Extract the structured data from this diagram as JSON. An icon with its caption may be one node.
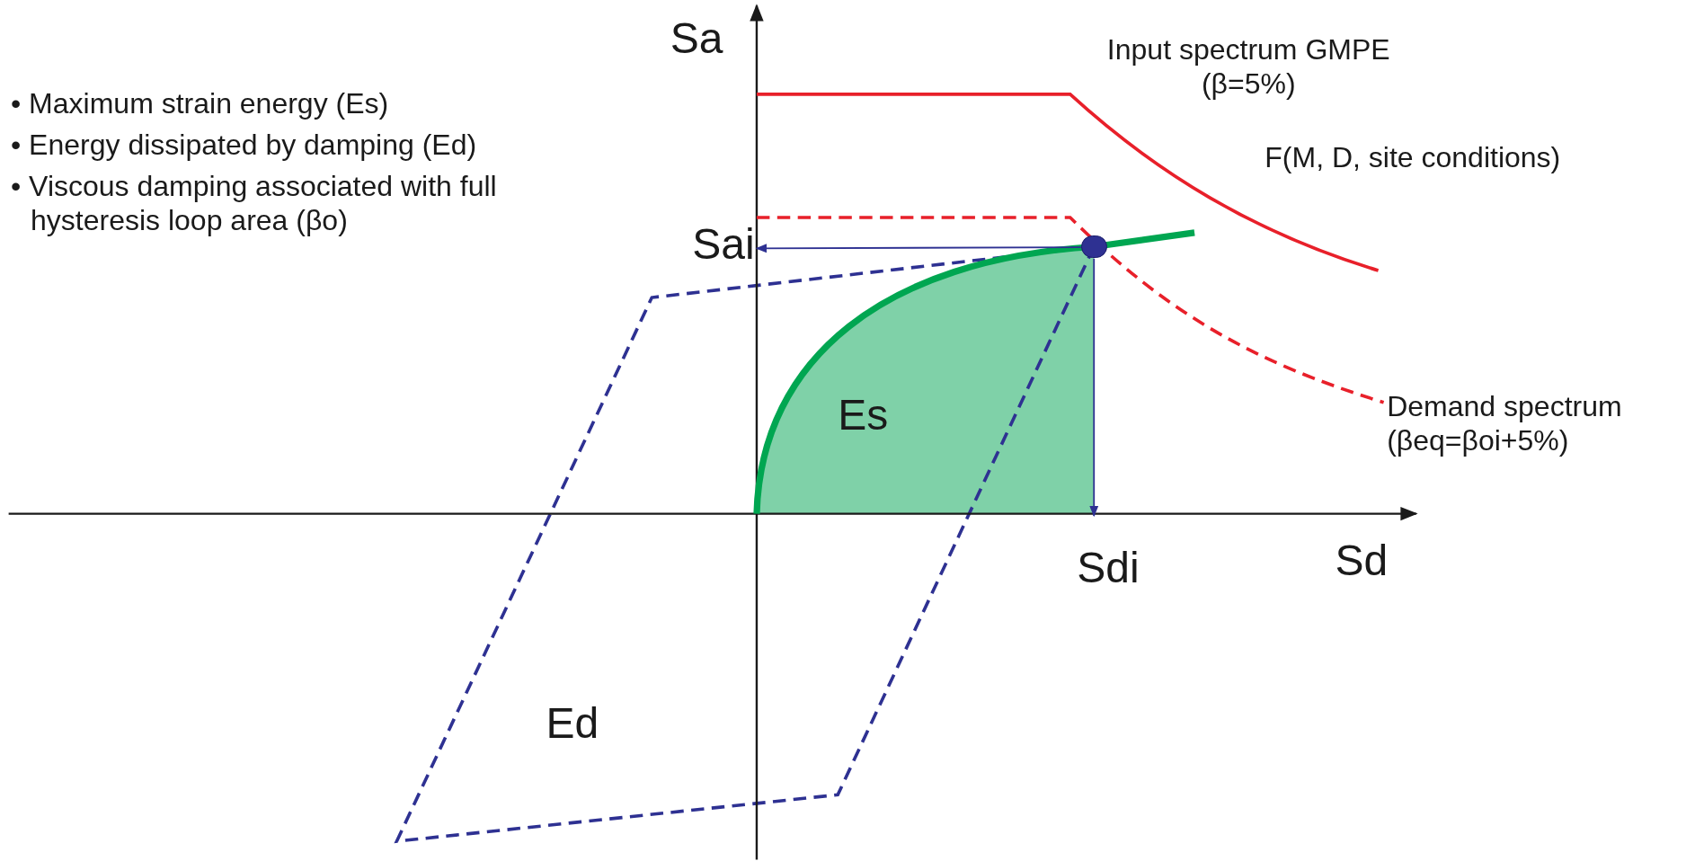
{
  "diagram": {
    "nodes": [
      {
        "text": [
          "Sai"
        ]
      },
      {
        "text": [],
        "shape": "circle"
      },
      {
        "text": [
          "Sdi"
        ]
      }
    ],
    "edges": [
      {
        "from": 1,
        "to": 0,
        "arrow": "to"
      },
      {
        "from": 1,
        "to": 2,
        "arrow": "to"
      }
    ],
    "labels": [
      "Sa",
      "Sd",
      "Es",
      "Ed",
      "• Maximum strain energy (Es)",
      "• Energy dissipated by damping (Ed)",
      "• Viscous damping associated with full hysteresis loop area (βo)",
      "Input spectrum GMPE (β=5%)",
      "F(M, D, site conditions)",
      "Demand spectrum (βeq=βoi+5%)"
    ]
  }
}
